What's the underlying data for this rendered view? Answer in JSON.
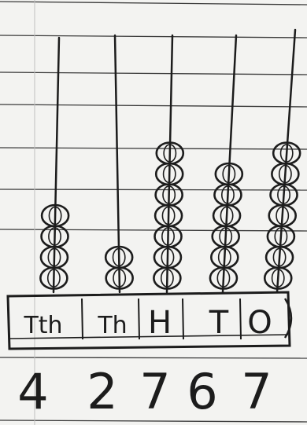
{
  "abacus": {
    "rods": [
      {
        "id": "ten-thousands",
        "label": "Tth",
        "beads": 4,
        "digit": "4"
      },
      {
        "id": "thousands",
        "label": "Th",
        "beads": 2,
        "digit": "2"
      },
      {
        "id": "hundreds",
        "label": "H",
        "beads": 7,
        "digit": "7"
      },
      {
        "id": "tens",
        "label": "T",
        "beads": 6,
        "digit": "6"
      },
      {
        "id": "ones",
        "label": "O",
        "beads": 7,
        "digit": "7"
      }
    ]
  },
  "colors": {
    "paper": "#f3f3f1",
    "ruled_line": "#3a3a3a",
    "ink": "#1c1c1c"
  }
}
